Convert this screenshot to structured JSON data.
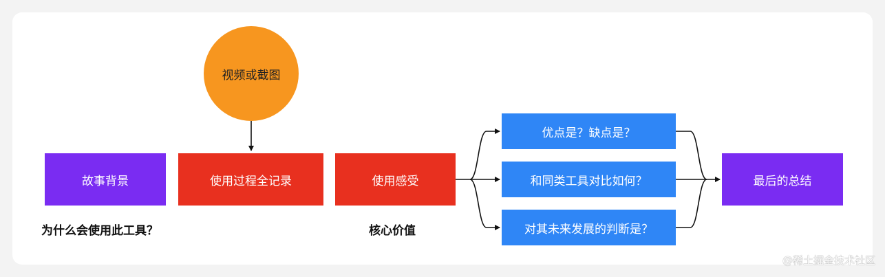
{
  "nodes": {
    "background": "故事背景",
    "media": "视频或截图",
    "process": "使用过程全记录",
    "feeling": "使用感受",
    "pros_cons": "优点是？缺点是？",
    "compare": "和同类工具对比如何？",
    "future": "对其未来发展的判断是？",
    "summary": "最后的总结"
  },
  "captions": {
    "why": "为什么会使用此工具？",
    "core_value": "核心价值"
  },
  "watermark": "@稀土掘金技术社区",
  "colors": {
    "purple": "#7a2cf2",
    "red": "#e8301f",
    "blue": "#2f86f6",
    "orange": "#f7961f"
  }
}
